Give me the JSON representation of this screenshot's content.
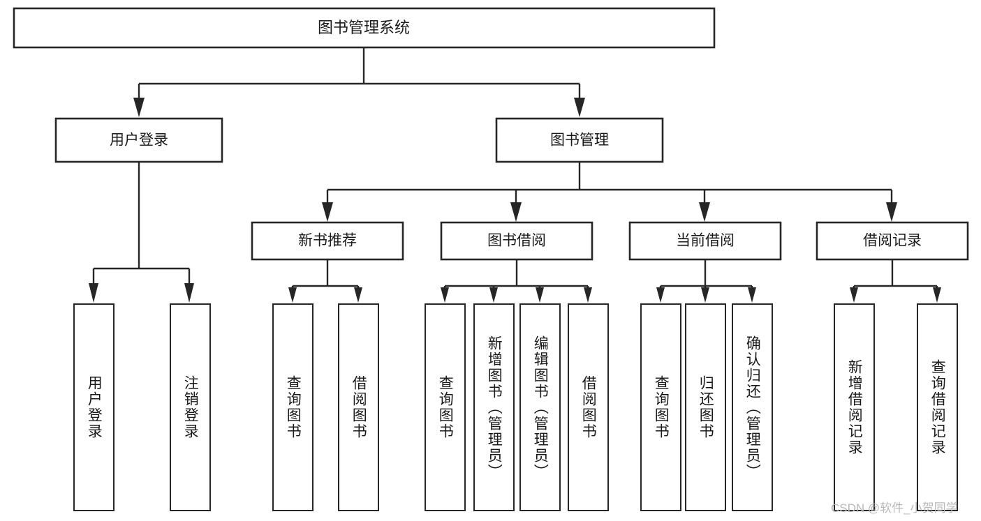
{
  "diagram": {
    "title": "图书管理系统",
    "watermark": "CSDN @软件_小贺同学",
    "colors": {
      "stroke": "#262626",
      "box_fill": "#ffffff",
      "text": "#1a1a1a",
      "watermark": "#b9b9b9",
      "background": "#ffffff"
    },
    "root": {
      "label": "图书管理系统"
    },
    "level2": [
      {
        "label": "用户登录"
      },
      {
        "label": "图书管理"
      }
    ],
    "level3": [
      {
        "label": "新书推荐"
      },
      {
        "label": "图书借阅"
      },
      {
        "label": "当前借阅"
      },
      {
        "label": "借阅记录"
      }
    ],
    "leaves": {
      "user_login": [
        {
          "label": "用户登录"
        },
        {
          "label": "注销登录"
        }
      ],
      "new_book_recommend": [
        {
          "label": "查询图书"
        },
        {
          "label": "借阅图书"
        }
      ],
      "book_borrow": [
        {
          "label": "查询图书"
        },
        {
          "label": "新增图书（管理员）"
        },
        {
          "label": "编辑图书（管理员）"
        },
        {
          "label": "借阅图书"
        }
      ],
      "current_borrow": [
        {
          "label": "查询图书"
        },
        {
          "label": "归还图书"
        },
        {
          "label": "确认归还（管理员）"
        }
      ],
      "borrow_records": [
        {
          "label": "新增借阅记录"
        },
        {
          "label": "查询借阅记录"
        }
      ]
    }
  }
}
